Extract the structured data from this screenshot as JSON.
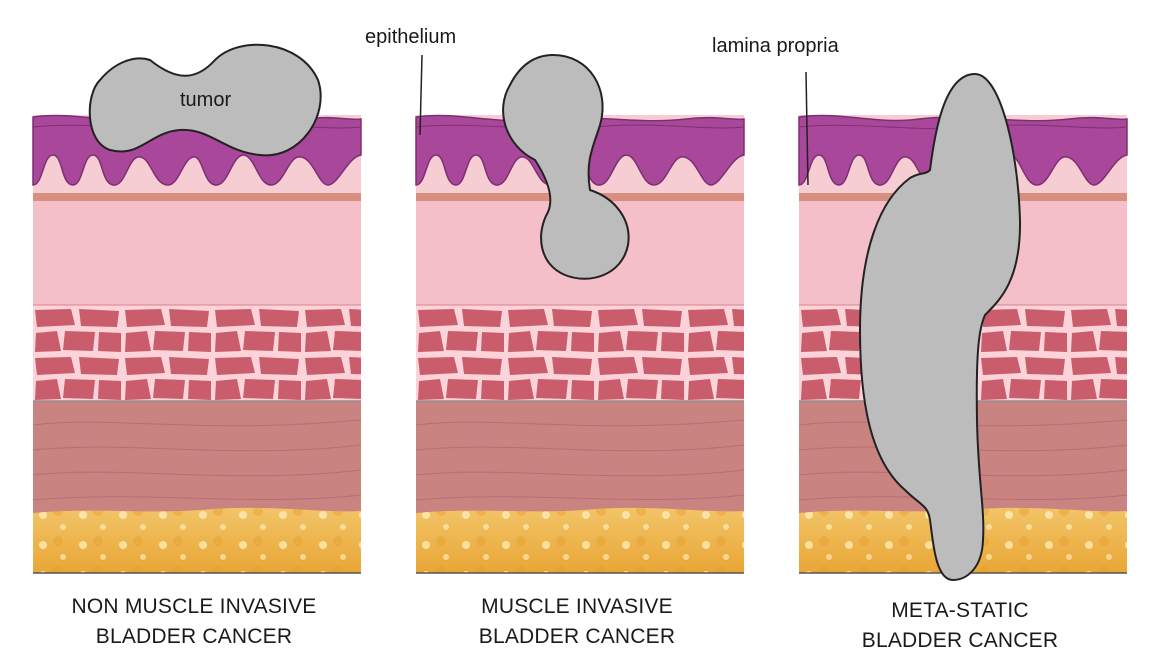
{
  "labels": {
    "tumor": "tumor",
    "epithelium": "epithelium",
    "lamina_propria": "lamina propria"
  },
  "panels": [
    {
      "caption_line1": "NON MUSCLE INVASIVE",
      "caption_line2": "BLADDER CANCER"
    },
    {
      "caption_line1": "MUSCLE INVASIVE",
      "caption_line2": "BLADDER CANCER"
    },
    {
      "caption_line1": "META-STATIC",
      "caption_line2": "BLADDER CANCER"
    }
  ],
  "colors": {
    "epithelium": "#a9479a",
    "lamina": "#f6c6cf",
    "band": "#d98f80",
    "muscle_cells": "#c55a68",
    "muscle_deep": "#c98381",
    "fat": "#f0b548",
    "tumor": "#bcbcbc"
  }
}
